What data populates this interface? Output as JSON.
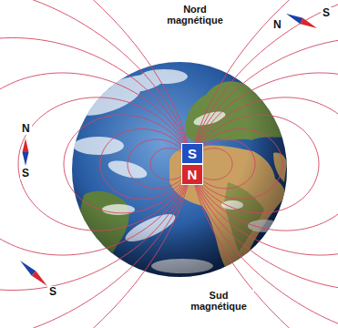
{
  "diagram": {
    "nodes": [
      {
        "text": [
          "S"
        ]
      },
      {
        "text": [
          "N"
        ]
      }
    ],
    "labels": [
      "Nord magnétique",
      "Sud magnétique",
      "N",
      "S",
      "N",
      "S",
      "S"
    ]
  }
}
